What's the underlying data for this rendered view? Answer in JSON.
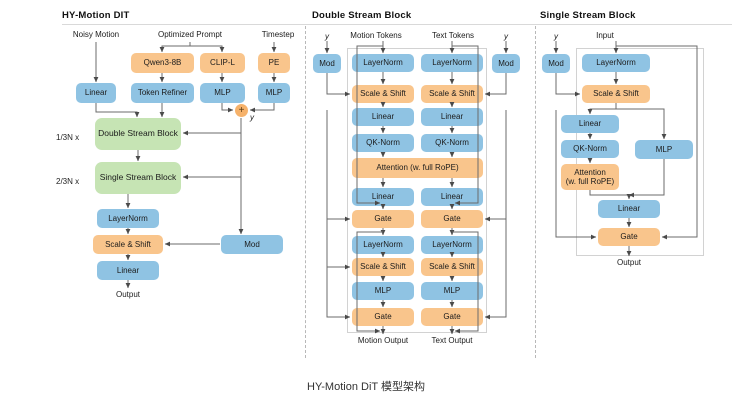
{
  "caption": "HY-Motion DiT 模型架构",
  "colors": {
    "blue": "#8fc3e3",
    "orange": "#f9c58c",
    "green": "#c6e4b4",
    "plus": "#f6b26b",
    "wire": "#4a4a4a",
    "divider": "#b8b8b8"
  },
  "panels": {
    "left": {
      "title": "HY-Motion DIT",
      "inputs": [
        {
          "name": "noisy-motion",
          "label": "Noisy Motion"
        },
        {
          "name": "optimized-prompt",
          "label": "Optimized Prompt"
        },
        {
          "name": "timestep",
          "label": "Timestep"
        }
      ],
      "nodes": [
        {
          "name": "qwen3-8b",
          "label": "Qwen3-8B",
          "color": "orange"
        },
        {
          "name": "clip-l",
          "label": "CLIP-L",
          "color": "orange"
        },
        {
          "name": "pe",
          "label": "PE",
          "color": "orange"
        },
        {
          "name": "linear-in",
          "label": "Linear",
          "color": "blue"
        },
        {
          "name": "token-refiner",
          "label": "Token Refiner",
          "color": "blue"
        },
        {
          "name": "mlp-text",
          "label": "MLP",
          "color": "blue"
        },
        {
          "name": "mlp-time",
          "label": "MLP",
          "color": "blue"
        },
        {
          "name": "double-stream-block",
          "label": "Double Stream Block",
          "color": "green"
        },
        {
          "name": "single-stream-block",
          "label": "Single Stream Block",
          "color": "green"
        },
        {
          "name": "layernorm-out",
          "label": "LayerNorm",
          "color": "blue"
        },
        {
          "name": "scale-shift-out",
          "label": "Scale & Shift",
          "color": "orange"
        },
        {
          "name": "linear-out",
          "label": "Linear",
          "color": "blue"
        },
        {
          "name": "mod-out",
          "label": "Mod",
          "color": "blue"
        }
      ],
      "repeat_double": "1/3N x",
      "repeat_single": "2/3N x",
      "sum_symbol": "+",
      "y_label": "y",
      "output": "Output"
    },
    "middle": {
      "title": "Double Stream Block",
      "y_left": "y",
      "y_right": "y",
      "mod_left": "Mod",
      "mod_right": "Mod",
      "stream_motion_input": "Motion Tokens",
      "stream_text_input": "Text Tokens",
      "motion_stack": [
        "LayerNorm",
        "Scale & Shift",
        "Linear",
        "QK-Norm",
        "Linear",
        "Gate",
        "LayerNorm",
        "Scale & Shift",
        "MLP",
        "Gate"
      ],
      "text_stack": [
        "LayerNorm",
        "Scale & Shift",
        "Linear",
        "QK-Norm",
        "Linear",
        "Gate",
        "LayerNorm",
        "Scale & Shift",
        "MLP",
        "Gate"
      ],
      "attention": "Attention (w. full RoPE)",
      "motion_output": "Motion Output",
      "text_output": "Text Output"
    },
    "right": {
      "title": "Single Stream Block",
      "y_label": "y",
      "mod": "Mod",
      "input": "Input",
      "nodes": [
        {
          "name": "layernorm",
          "label": "LayerNorm",
          "color": "blue"
        },
        {
          "name": "scale-shift",
          "label": "Scale & Shift",
          "color": "orange"
        },
        {
          "name": "linear-qkv",
          "label": "Linear",
          "color": "blue"
        },
        {
          "name": "qk-norm",
          "label": "QK-Norm",
          "color": "blue"
        },
        {
          "name": "attention",
          "label": "Attention\n(w. full RoPE)",
          "color": "orange"
        },
        {
          "name": "mlp",
          "label": "MLP",
          "color": "blue"
        },
        {
          "name": "linear-proj",
          "label": "Linear",
          "color": "blue"
        },
        {
          "name": "gate",
          "label": "Gate",
          "color": "orange"
        }
      ],
      "attention_line1": "Attention",
      "attention_line2": "(w. full RoPE)",
      "output": "Output"
    }
  }
}
